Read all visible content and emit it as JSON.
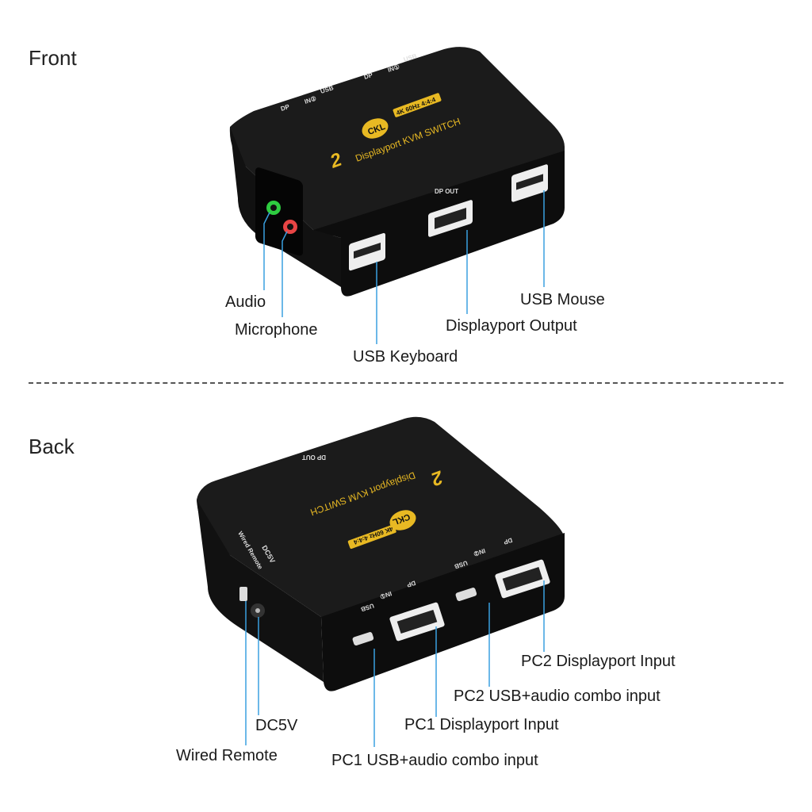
{
  "sections": {
    "front_title": "Front",
    "back_title": "Back"
  },
  "device": {
    "brand": "CKL",
    "product_number": "2",
    "product_name": "Displayport KVM SWITCH",
    "spec_badge": "4K 60Hz 4:4:4",
    "port_labels": {
      "dp": "DP",
      "usb": "USB",
      "in1": "IN①",
      "in2": "IN②",
      "dp_out": "DP OUT",
      "dc5v": "DC5V",
      "wired_remote": "Wired Remote"
    }
  },
  "front_labels": {
    "audio": "Audio",
    "microphone": "Microphone",
    "usb_keyboard": "USB Keyboard",
    "displayport_output": "Displayport Output",
    "usb_mouse": "USB Mouse"
  },
  "back_labels": {
    "pc2_displayport_input": "PC2 Displayport Input",
    "pc2_usb_audio": "PC2 USB+audio combo input",
    "pc1_displayport_input": "PC1 Displayport Input",
    "dc5v": "DC5V",
    "wired_remote": "Wired Remote",
    "pc1_usb_audio": "PC1 USB+audio combo input"
  },
  "colors": {
    "callout_line": "#3aa0e0",
    "gold_print": "#e8b923",
    "device_body": "#141414",
    "audio_jack": "#2ecc40",
    "mic_jack": "#e84545"
  }
}
